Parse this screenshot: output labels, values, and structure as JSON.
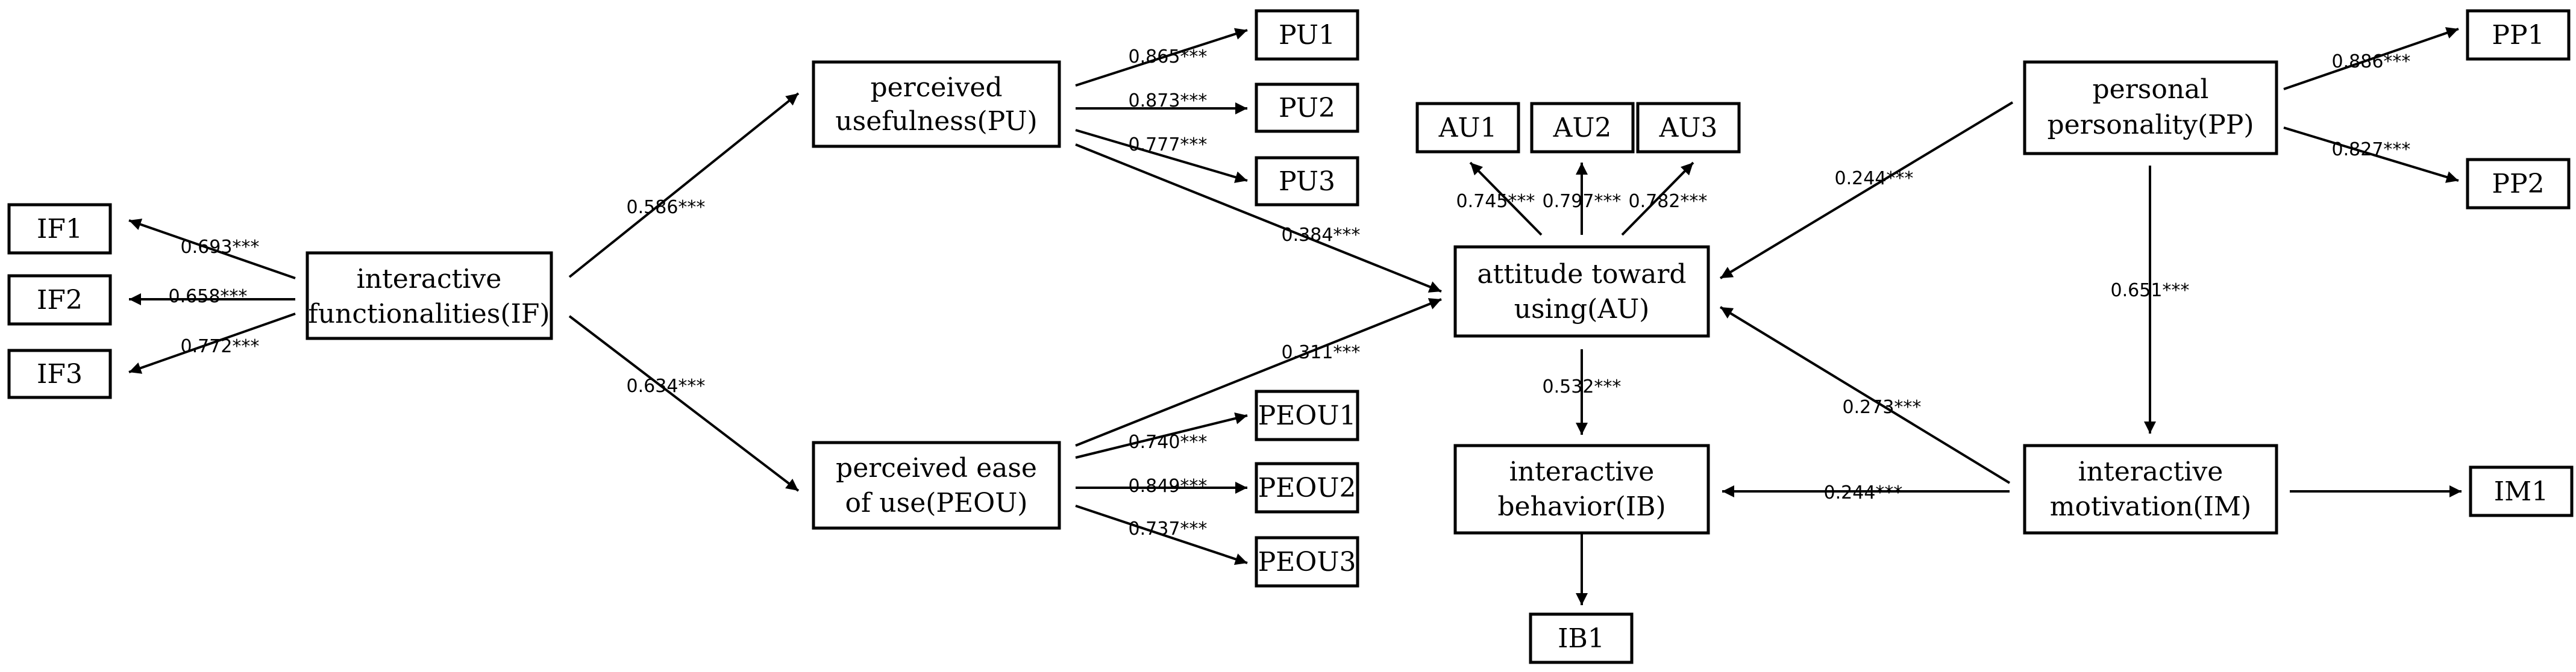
{
  "nodes": {
    "IF": [
      "interactive",
      "functionalities(IF)"
    ],
    "PU": [
      "perceived",
      "usefulness(PU)"
    ],
    "PEOU": [
      "perceived ease",
      "of use(PEOU)"
    ],
    "AU": [
      "attitude toward",
      "using(AU)"
    ],
    "IB": [
      "interactive",
      "behavior(IB)"
    ],
    "PP": [
      "personal",
      "personality(PP)"
    ],
    "IM": [
      "interactive",
      "motivation(IM)"
    ]
  },
  "indicators": {
    "IF1": "IF1",
    "IF2": "IF2",
    "IF3": "IF3",
    "PU1": "PU1",
    "PU2": "PU2",
    "PU3": "PU3",
    "PEOU1": "PEOU1",
    "PEOU2": "PEOU2",
    "PEOU3": "PEOU3",
    "AU1": "AU1",
    "AU2": "AU2",
    "AU3": "AU3",
    "PP1": "PP1",
    "PP2": "PP2",
    "IM1": "IM1",
    "IB1": "IB1"
  },
  "coefficients": {
    "IF_IF1": "0.693***",
    "IF_IF2": "0.658***",
    "IF_IF3": "0.772***",
    "IF_PU": "0.586***",
    "IF_PEOU": "0.634***",
    "PU_PU1": "0.865***",
    "PU_PU2": "0.873***",
    "PU_PU3": "0.777***",
    "PU_AU": "0.384***",
    "PEOU_AU": "0.311***",
    "PEOU_PEOU1": "0.740***",
    "PEOU_PEOU2": "0.849***",
    "PEOU_PEOU3": "0.737***",
    "AU_AU1": "0.745***",
    "AU_AU2": "0.797***",
    "AU_AU3": "0.782***",
    "AU_IB": "0.532***",
    "PP_AU": "0.244***",
    "PP_PP1": "0.886***",
    "PP_PP2": "0.827***",
    "PP_IM": "0.651***",
    "IM_AU": "0.273***",
    "IM_IB": "0.244***"
  }
}
